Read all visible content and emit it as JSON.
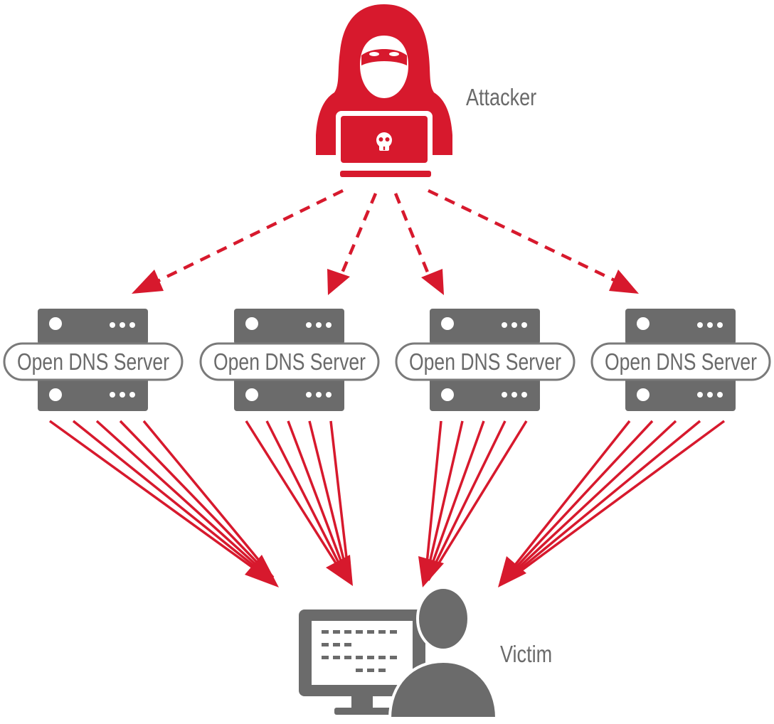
{
  "attacker": {
    "label": "Attacker",
    "icon": "hooded-hacker-with-laptop-icon",
    "laptop_icon": "skull-icon"
  },
  "servers": [
    {
      "label": "Open DNS Server",
      "icon": "server-rack-icon"
    },
    {
      "label": "Open DNS Server",
      "icon": "server-rack-icon"
    },
    {
      "label": "Open DNS Server",
      "icon": "server-rack-icon"
    },
    {
      "label": "Open DNS Server",
      "icon": "server-rack-icon"
    }
  ],
  "victim": {
    "label": "Victim",
    "icon": "person-at-computer-icon"
  },
  "arrows": {
    "query_style": "dashed",
    "response_style": "solid",
    "responses_per_server": 5
  },
  "colors": {
    "attack_red": "#d7192d",
    "server_gray": "#6b6b6b",
    "label_gray": "#6a6a6a",
    "background": "#ffffff"
  }
}
